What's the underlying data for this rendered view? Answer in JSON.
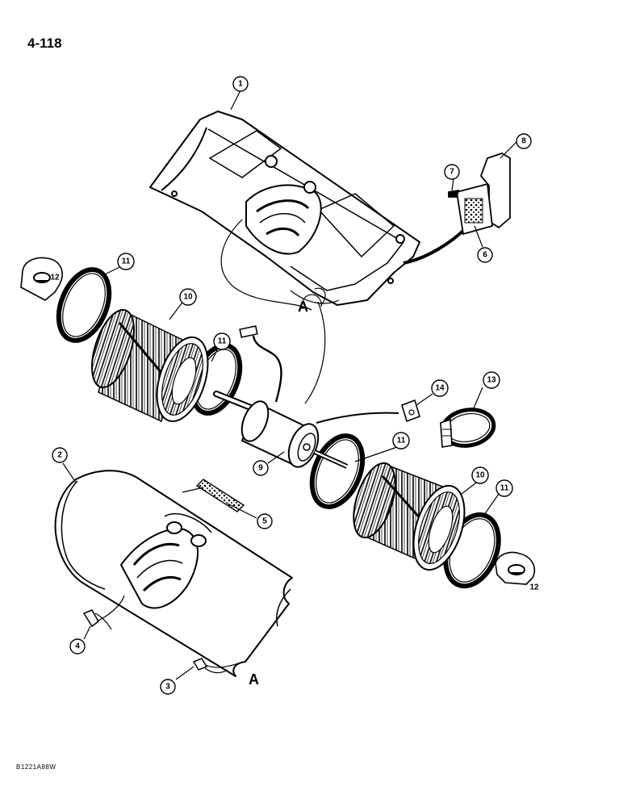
{
  "page": {
    "number": "4-118",
    "figure_code": "B1221A88W"
  },
  "callouts": [
    {
      "id": "c1",
      "label": "1"
    },
    {
      "id": "c2",
      "label": "2"
    },
    {
      "id": "c3",
      "label": "3"
    },
    {
      "id": "c4",
      "label": "4"
    },
    {
      "id": "c5",
      "label": "5"
    },
    {
      "id": "c6",
      "label": "6"
    },
    {
      "id": "c7",
      "label": "7"
    },
    {
      "id": "c8",
      "label": "8"
    },
    {
      "id": "c9",
      "label": "9"
    },
    {
      "id": "c10a",
      "label": "10"
    },
    {
      "id": "c10b",
      "label": "10"
    },
    {
      "id": "c11a",
      "label": "11"
    },
    {
      "id": "c11b",
      "label": "11"
    },
    {
      "id": "c11c",
      "label": "11"
    },
    {
      "id": "c11d",
      "label": "11"
    },
    {
      "id": "c13",
      "label": "13"
    },
    {
      "id": "c14",
      "label": "14"
    }
  ],
  "detail_labels": {
    "clip_left": "12",
    "clip_right": "12"
  },
  "connection_markers": {
    "top": "A",
    "bottom": "A"
  }
}
